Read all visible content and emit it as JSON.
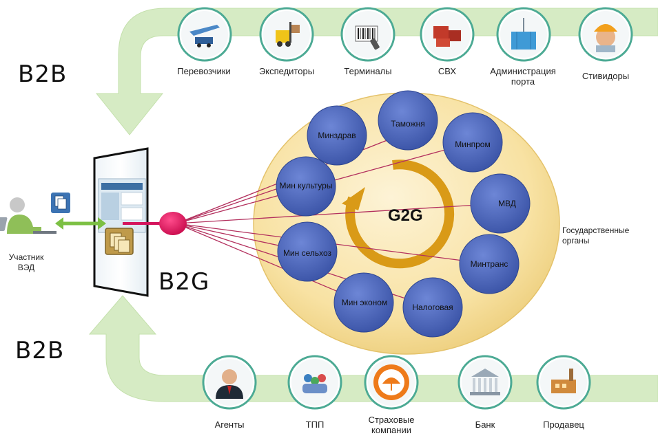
{
  "labels": {
    "b2b_top": "B2B",
    "b2b_bottom": "B2B",
    "b2g": "B2G",
    "g2g": "G2G",
    "participant_line1": "Участник",
    "participant_line2": "ВЭД",
    "gov_line1": "Государственные",
    "gov_line2": "органы"
  },
  "top_partners": [
    {
      "label": "Перевозчики",
      "icon": "transport-icon"
    },
    {
      "label": "Экспедиторы",
      "icon": "forklift-icon"
    },
    {
      "label": "Терминалы",
      "icon": "barcode-scanner-icon"
    },
    {
      "label": "СВХ",
      "icon": "warehouse-boxes-icon"
    },
    {
      "label": "Администрация порта",
      "icon": "crane-container-icon"
    },
    {
      "label": "Стивидоры",
      "icon": "worker-helmet-icon"
    }
  ],
  "bottom_partners": [
    {
      "label": "Агенты",
      "icon": "businessman-icon"
    },
    {
      "label": "ТПП",
      "icon": "people-group-icon"
    },
    {
      "label": "Страховые компании",
      "icon": "umbrella-icon"
    },
    {
      "label": "Банк",
      "icon": "bank-building-icon"
    },
    {
      "label": "Продавец",
      "icon": "factory-icon"
    }
  ],
  "gov_bodies": [
    {
      "label": "Минздрав"
    },
    {
      "label": "Таможня"
    },
    {
      "label": "Минпром"
    },
    {
      "label": "Мин культуры"
    },
    {
      "label": "МВД"
    },
    {
      "label": "Мин сельхоз"
    },
    {
      "label": "Минтранс"
    },
    {
      "label": "Мин эконом"
    },
    {
      "label": "Налоговая"
    }
  ],
  "colors": {
    "arrow_green": "#d6ebc4",
    "node_blue": "#4a63b7",
    "big_circle": "#f6d98c",
    "link_line": "#b3305e",
    "hub_pink": "#e0155e",
    "cycle_orange": "#d99a17",
    "icon_ring": "#4caa94"
  }
}
